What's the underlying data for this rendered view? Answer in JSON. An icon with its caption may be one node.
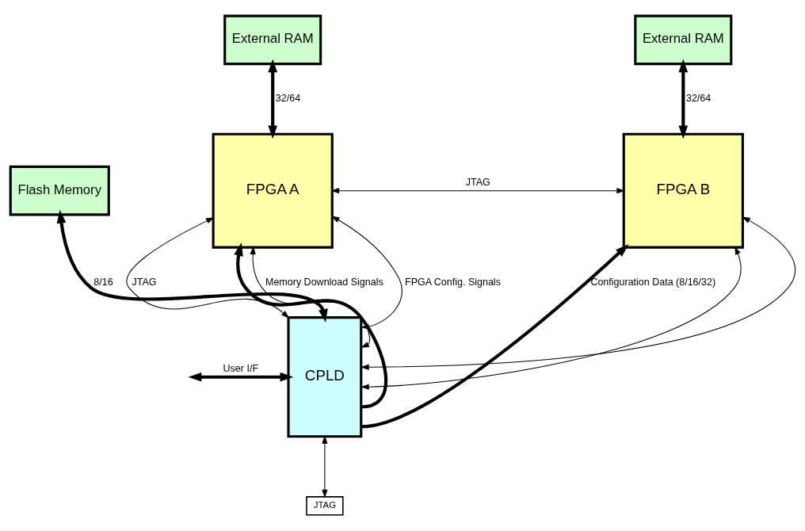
{
  "diagram": {
    "nodes": [
      {
        "text": [
          "Flash Memory"
        ]
      },
      {
        "text": [
          "External RAM"
        ]
      },
      {
        "text": [
          "External RAM"
        ]
      },
      {
        "text": [
          "FPGA A"
        ]
      },
      {
        "text": [
          "FPGA B"
        ]
      },
      {
        "text": [
          "CPLD"
        ]
      },
      {
        "text": [
          "JTAG"
        ]
      }
    ],
    "edges": [
      {
        "from": 1,
        "to": 3,
        "arrow": "both",
        "label": "32/64",
        "style": "thick"
      },
      {
        "from": 2,
        "to": 4,
        "arrow": "both",
        "label": "32/64",
        "style": "thick"
      },
      {
        "from": 0,
        "to": 5,
        "arrow": "both",
        "label": "8/16",
        "style": "thick"
      },
      {
        "from": 5,
        "to": 3,
        "arrow": "both",
        "label": "JTAG"
      },
      {
        "from": 3,
        "to": 4,
        "arrow": "both",
        "label": "JTAG"
      },
      {
        "from": 3,
        "to": 5,
        "arrow": "both",
        "label": "FPGA Config. Signals"
      },
      {
        "from": 4,
        "to": 5,
        "arrow": "both"
      },
      {
        "from": 3,
        "to": 5,
        "arrow": "both",
        "label": "Memory Download Signals"
      },
      {
        "from": 4,
        "to": 5,
        "arrow": "both"
      },
      {
        "from": 5,
        "to": 3,
        "arrow": "to",
        "style": "thick"
      },
      {
        "from": 5,
        "to": 4,
        "arrow": "to",
        "label": "Configuration Data (8/16/32)",
        "style": "thick"
      },
      {
        "from": null,
        "to": 5,
        "arrow": "both",
        "label": "User I/F",
        "style": "thick"
      },
      {
        "from": 5,
        "to": 6,
        "arrow": "both"
      }
    ]
  }
}
